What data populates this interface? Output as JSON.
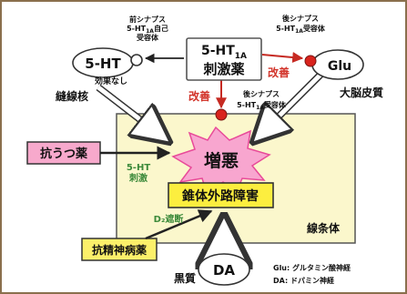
{
  "nodes": {
    "ht5": "5-HT",
    "glu": "Glu",
    "da": "DA",
    "drug_5ht1a_line1_main": "5-HT",
    "drug_5ht1a_line1_sub": "1A",
    "drug_5ht1a_line2": "刺激薬",
    "worsening": "増悪",
    "eps": "錐体外路障害",
    "antidepressant": "抗うつ薬",
    "antipsychotic": "抗精神病薬"
  },
  "labels": {
    "raphe": "縫線核",
    "cortex": "大脳皮質",
    "striatum": "線条体",
    "substantia_nigra": "黒質",
    "no_effect": "効果なし",
    "improve_right": "改善",
    "improve_center": "改善",
    "ht_stim_line1": "5-HT",
    "ht_stim_line2": "刺激",
    "d2_block": "D₂遮断"
  },
  "receptors": {
    "pre_line1": "前シナプス",
    "pre_line2_a": "5-HT",
    "pre_line2_sub": "1A",
    "pre_line2_b": "自己",
    "pre_line3": "受容体",
    "post_right_line1": "後シナプス",
    "post_right_line2_a": "5-HT",
    "post_right_line2_sub": "1A",
    "post_right_line2_b": "受容体",
    "post_center_line1": "後シナプス",
    "post_center_line2_a": "5-HT",
    "post_center_line2_sub": "1A",
    "post_center_line2_b": "受容体"
  },
  "legend": {
    "glu": "Glu: グルタミン酸神経",
    "da": "DA: ドパミン神経"
  },
  "colors": {
    "improve_red": "#d2342a",
    "receptor_red": "#d9231d",
    "striatum_fill": "#fbf7cc",
    "star_pink": "#f8a6cf",
    "star_edge": "#e84a99",
    "eps_yellow": "#fcee3f",
    "drug_pink": "#f7a9cc",
    "drug_yellow": "#fcf06a",
    "green_text": "#3c8a3a",
    "frame": "#8a6f4d"
  }
}
